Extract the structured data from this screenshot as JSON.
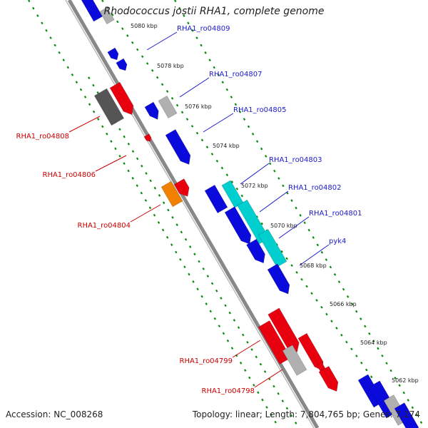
{
  "title": "Rhodococcus jostii RHA1, complete genome",
  "footer": {
    "accession": "Accession: NC_008268",
    "summary": "Topology: linear; Length: 7,804,765 bp; Genes: 7,274"
  },
  "colors": {
    "forward": "#0a0adc",
    "reverse": "#e8000f",
    "cyan": "#00cfcf",
    "grey": "#b0b0b0",
    "dark_grey": "#555555",
    "orange": "#f08000",
    "backbone": "#888888",
    "ticks": "#0a8a0a"
  },
  "ticks": [
    {
      "label": "5080 kbp"
    },
    {
      "label": "5078 kbp"
    },
    {
      "label": "5076 kbp"
    },
    {
      "label": "5074 kbp"
    },
    {
      "label": "5072 kbp"
    },
    {
      "label": "5070 kbp"
    },
    {
      "label": "5068 kbp"
    },
    {
      "label": "5066 kbp"
    },
    {
      "label": "5064 kbp"
    },
    {
      "label": "5062 kbp"
    }
  ],
  "gene_labels": [
    {
      "text": "RHA1_ro04809",
      "strand": "forward"
    },
    {
      "text": "RHA1_ro04807",
      "strand": "forward"
    },
    {
      "text": "RHA1_ro04805",
      "strand": "forward"
    },
    {
      "text": "RHA1_ro04803",
      "strand": "forward"
    },
    {
      "text": "RHA1_ro04802",
      "strand": "forward"
    },
    {
      "text": "RHA1_ro04801",
      "strand": "forward"
    },
    {
      "text": "pyk4",
      "strand": "forward"
    },
    {
      "text": "RHA1_ro04808",
      "strand": "reverse"
    },
    {
      "text": "RHA1_ro04806",
      "strand": "reverse"
    },
    {
      "text": "RHA1_ro04804",
      "strand": "reverse"
    },
    {
      "text": "RHA1_ro04799",
      "strand": "reverse"
    },
    {
      "text": "RHA1_ro04798",
      "strand": "reverse"
    }
  ]
}
